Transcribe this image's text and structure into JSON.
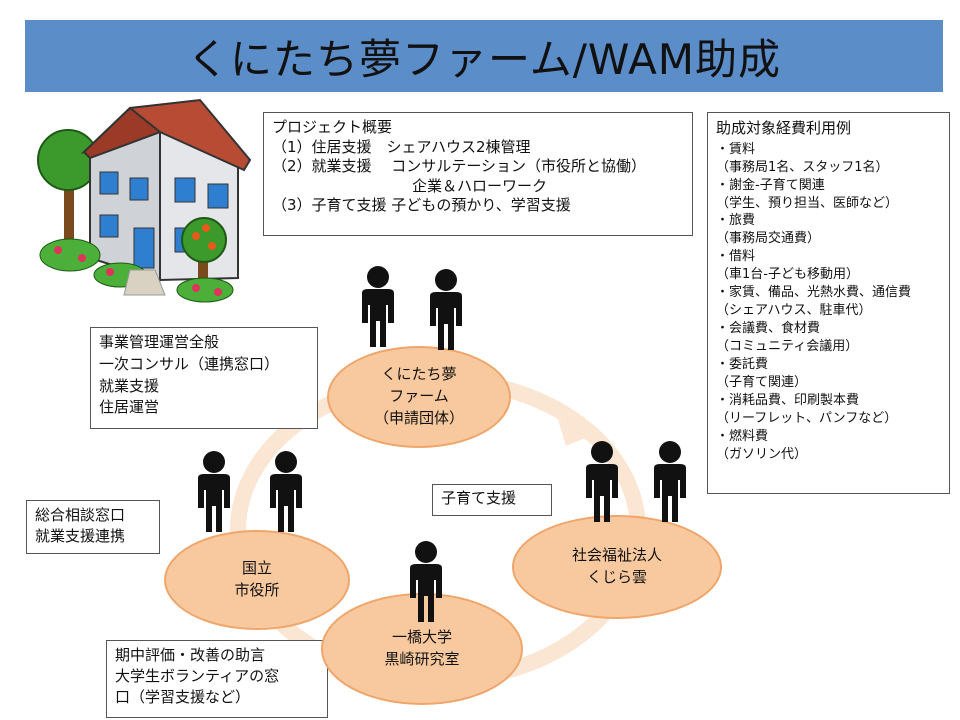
{
  "title": "くにたち夢ファーム/WAM助成",
  "project": {
    "lines": [
      "プロジェクト概要",
      "（1）住居支援　シェアハウス2棟管理",
      "（2）就業支援　 コンサルテーション（市役所と協働）",
      "企業＆ハローワーク",
      "（3）子育て支援  子どもの預かり、学習支援"
    ]
  },
  "expenses": {
    "title": "助成対象経費利用例",
    "lines": [
      "・賃料",
      "（事務局1名、スタッフ1名）",
      "・謝金-子育て関連",
      "（学生、預り担当、医師など）",
      "・旅費",
      "（事務局交通費）",
      "・借料",
      "（車1台-子ども移動用）",
      "・家賃、備品、光熱水費、通信費",
      "（シェアハウス、駐車代）",
      "・会議費、食材費",
      "（コミュニティ会議用）",
      "・委託費",
      "（子育て関連）",
      "・消耗品費、印刷製本費",
      "（リーフレット、パンフなど）",
      "・燃料費",
      "（ガソリン代）"
    ]
  },
  "management": {
    "lines": [
      "事業管理運営全般",
      "一次コンサル（連携窓口）",
      "就業支援",
      "住居運営"
    ]
  },
  "consult": {
    "lines": [
      "総合相談窓口",
      "就業支援連携"
    ]
  },
  "childcare_label": "子育て支援",
  "evaluation": {
    "lines": [
      "期中評価・改善の助言",
      "大学生ボランティアの窓",
      "口（学習支援など）"
    ]
  },
  "nodes": {
    "kunitachi": [
      "くにたち夢",
      "ファーム",
      "（申請団体）"
    ],
    "shiyakusho": [
      "国立",
      "市役所"
    ],
    "shakai": [
      "社会福祉法人",
      "くじら雲"
    ],
    "hitotsubashi": [
      "一橋大学",
      "黒崎研究室"
    ]
  },
  "colors": {
    "title_bar": "#5b8dc8",
    "node_fill": "#f8c99e",
    "node_border": "#f0a56a",
    "ring": "#fbe6d3"
  }
}
